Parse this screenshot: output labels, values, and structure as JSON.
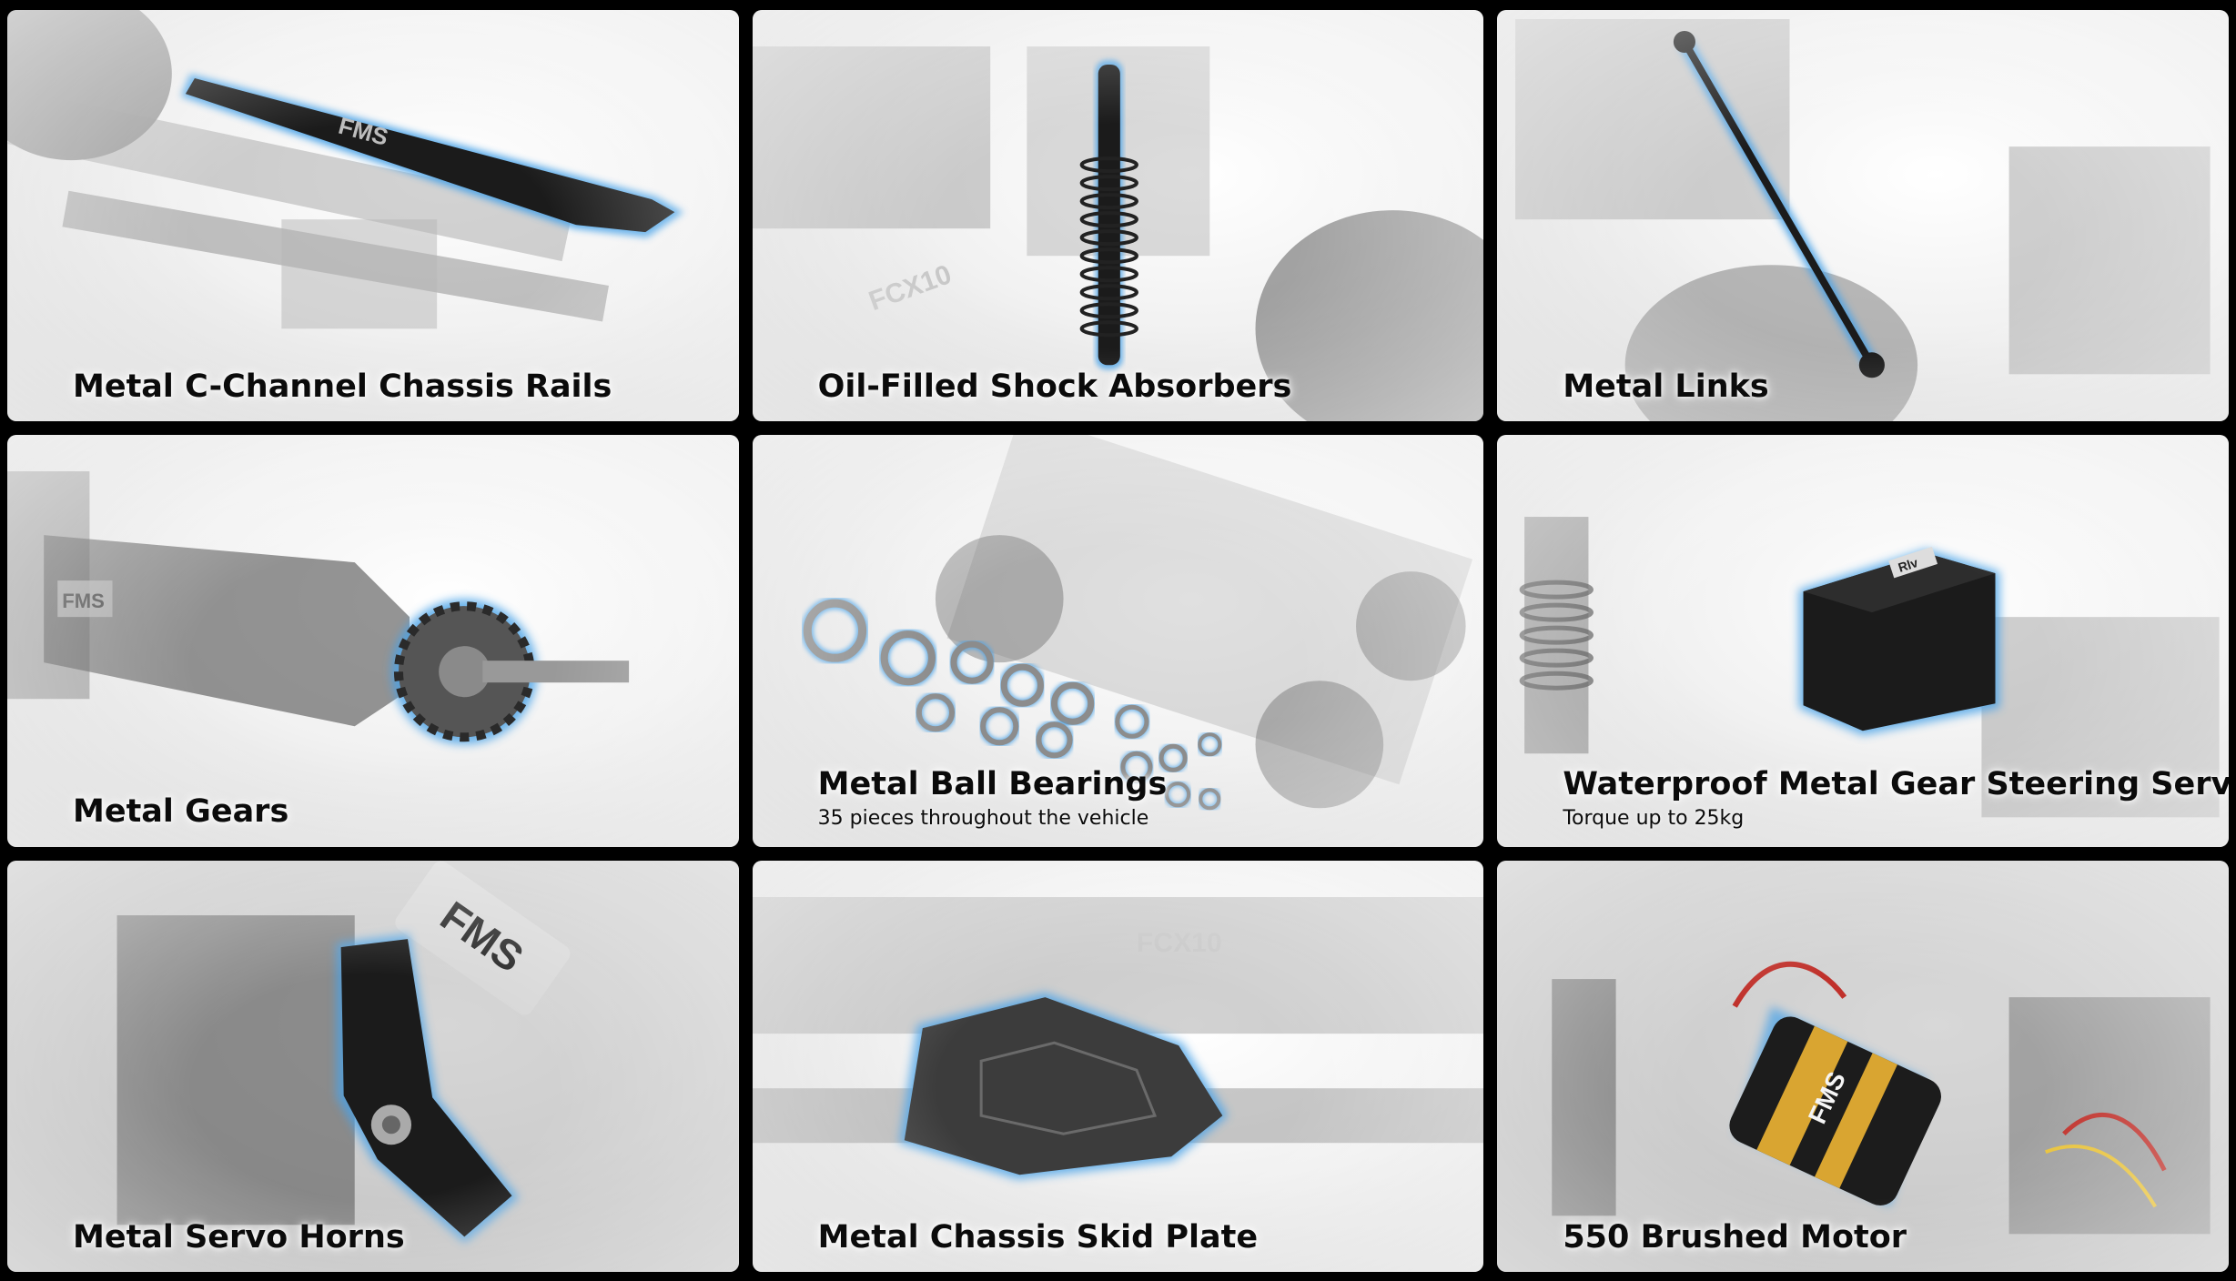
{
  "tiles": [
    {
      "title": "Metal C-Channel Chassis Rails",
      "subtitle": "",
      "logo": "FMS"
    },
    {
      "title": "Oil-Filled Shock Absorbers",
      "subtitle": "",
      "logo": "FCX10"
    },
    {
      "title": "Metal Links",
      "subtitle": ""
    },
    {
      "title": "Metal Gears",
      "subtitle": "",
      "logo": "FMS"
    },
    {
      "title": "Metal Ball Bearings",
      "subtitle": "35 pieces throughout the vehicle"
    },
    {
      "title": "Waterproof Metal Gear Steering Servo",
      "subtitle": "Torque up to 25kg",
      "logo": "Rlv"
    },
    {
      "title": "Metal Servo Horns",
      "subtitle": "",
      "logo": "FMS"
    },
    {
      "title": "Metal Chassis Skid Plate",
      "subtitle": "",
      "logo": "FCX10"
    },
    {
      "title": "550 Brushed Motor",
      "subtitle": "",
      "logo": "FMS"
    }
  ],
  "colors": {
    "background": "#000000",
    "tile_background": "#f1f1f1",
    "highlight_glow": "#4aa3e8",
    "part_dark": "#1b1b1b",
    "part_gray": "#8a8a8a",
    "motor_gold": "#d9a531"
  }
}
